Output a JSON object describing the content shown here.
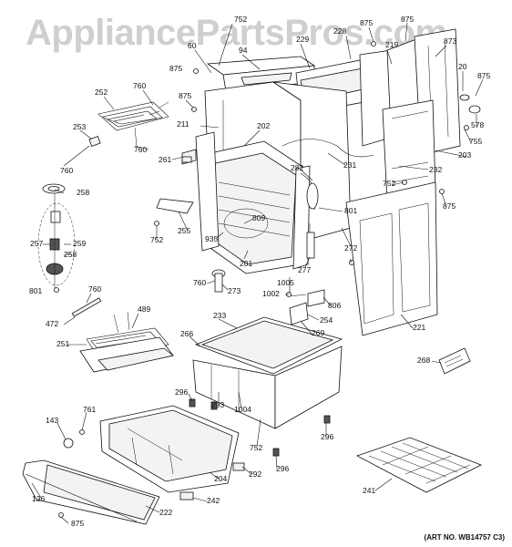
{
  "watermark": "AppliancePartsPros.com",
  "art_number": "(ART NO. WB14757 C3)",
  "labels": [
    {
      "id": "l752a",
      "text": "752"
    },
    {
      "id": "l60",
      "text": "60"
    },
    {
      "id": "l94",
      "text": "94"
    },
    {
      "id": "l875a",
      "text": "875"
    },
    {
      "id": "l875b",
      "text": "875"
    },
    {
      "id": "l875c",
      "text": "875"
    },
    {
      "id": "l229",
      "text": "229"
    },
    {
      "id": "l228",
      "text": "228"
    },
    {
      "id": "l219",
      "text": "219"
    },
    {
      "id": "l873",
      "text": "873"
    },
    {
      "id": "l20",
      "text": "20"
    },
    {
      "id": "l875d",
      "text": "875"
    },
    {
      "id": "l252",
      "text": "252"
    },
    {
      "id": "l760a",
      "text": "760"
    },
    {
      "id": "l211",
      "text": "211"
    },
    {
      "id": "l875e",
      "text": "875"
    },
    {
      "id": "l578",
      "text": "578"
    },
    {
      "id": "l755",
      "text": "755"
    },
    {
      "id": "l253",
      "text": "253"
    },
    {
      "id": "l760b",
      "text": "760"
    },
    {
      "id": "l760c",
      "text": "760"
    },
    {
      "id": "l202",
      "text": "202"
    },
    {
      "id": "l261",
      "text": "261"
    },
    {
      "id": "l231",
      "text": "231"
    },
    {
      "id": "l203",
      "text": "203"
    },
    {
      "id": "l232",
      "text": "232"
    },
    {
      "id": "l282",
      "text": "282"
    },
    {
      "id": "l258a",
      "text": "258"
    },
    {
      "id": "l752b",
      "text": "752"
    },
    {
      "id": "l875f",
      "text": "875"
    },
    {
      "id": "l809",
      "text": "809"
    },
    {
      "id": "l801a",
      "text": "801"
    },
    {
      "id": "l255",
      "text": "255"
    },
    {
      "id": "l257",
      "text": "257"
    },
    {
      "id": "l259",
      "text": "259"
    },
    {
      "id": "l258b",
      "text": "258"
    },
    {
      "id": "l752c",
      "text": "752"
    },
    {
      "id": "l935",
      "text": "935"
    },
    {
      "id": "l201",
      "text": "201"
    },
    {
      "id": "l272",
      "text": "272"
    },
    {
      "id": "l277",
      "text": "277"
    },
    {
      "id": "l801b",
      "text": "801"
    },
    {
      "id": "l1005",
      "text": "1005"
    },
    {
      "id": "l760d",
      "text": "760"
    },
    {
      "id": "l273",
      "text": "273"
    },
    {
      "id": "l760e",
      "text": "760"
    },
    {
      "id": "l1002",
      "text": "1002"
    },
    {
      "id": "l806",
      "text": "806"
    },
    {
      "id": "l472",
      "text": "472"
    },
    {
      "id": "l489",
      "text": "489"
    },
    {
      "id": "l254",
      "text": "254"
    },
    {
      "id": "l233",
      "text": "233"
    },
    {
      "id": "l269",
      "text": "269"
    },
    {
      "id": "l251",
      "text": "251"
    },
    {
      "id": "l266",
      "text": "266"
    },
    {
      "id": "l221",
      "text": "221"
    },
    {
      "id": "l268",
      "text": "268"
    },
    {
      "id": "l296a",
      "text": "296"
    },
    {
      "id": "l293",
      "text": "293"
    },
    {
      "id": "l1004",
      "text": "1004"
    },
    {
      "id": "l143",
      "text": "143"
    },
    {
      "id": "l761",
      "text": "761"
    },
    {
      "id": "l296b",
      "text": "296"
    },
    {
      "id": "l752d",
      "text": "752"
    },
    {
      "id": "l292",
      "text": "292"
    },
    {
      "id": "l296c",
      "text": "296"
    },
    {
      "id": "l204",
      "text": "204"
    },
    {
      "id": "l136",
      "text": "136"
    },
    {
      "id": "l242",
      "text": "242"
    },
    {
      "id": "l222",
      "text": "222"
    },
    {
      "id": "l241",
      "text": "241"
    },
    {
      "id": "l875g",
      "text": "875"
    }
  ]
}
